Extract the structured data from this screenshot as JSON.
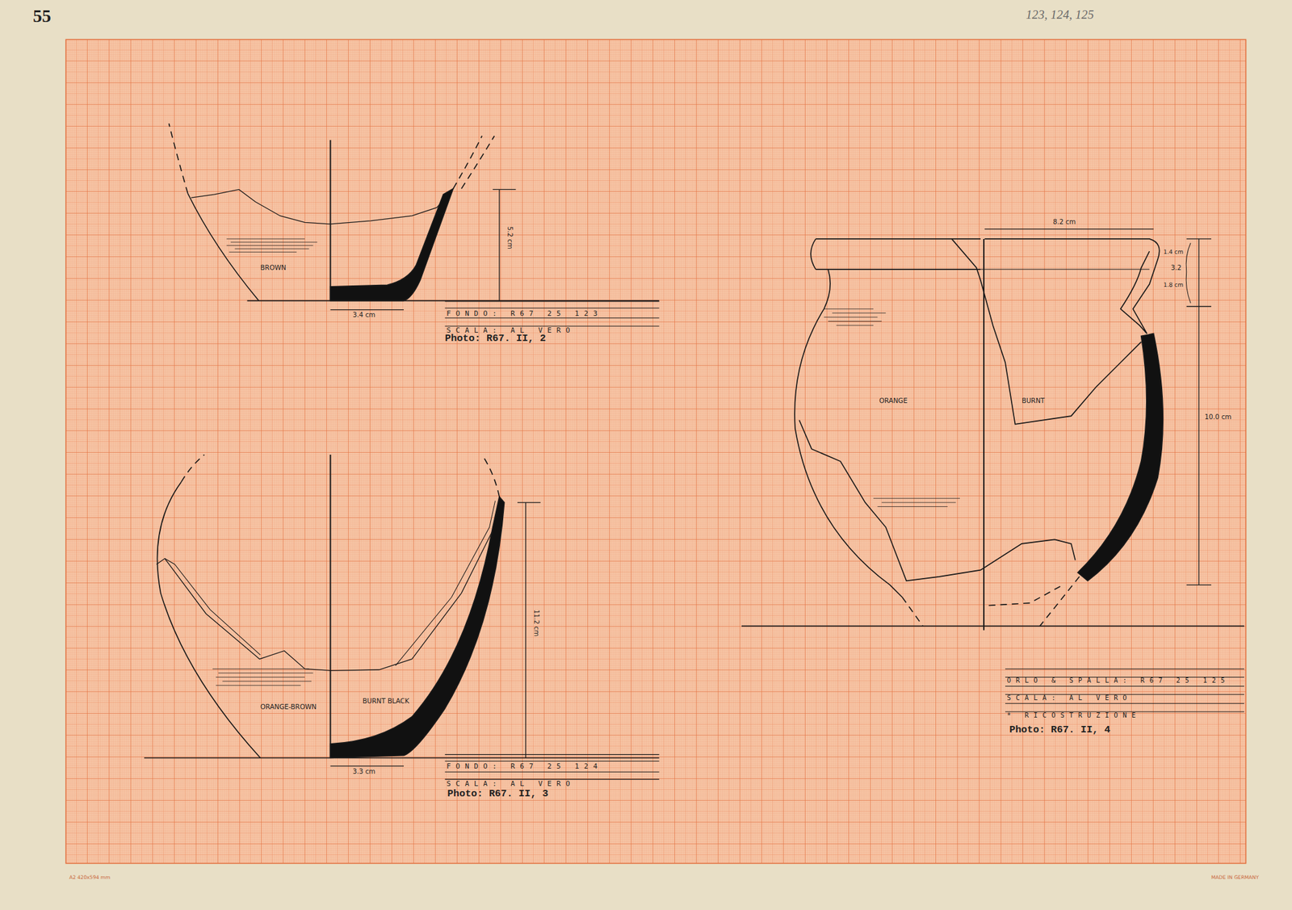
{
  "diagram": {
    "labels": [
      "55",
      "123, 124, 125",
      "BROWN",
      "5.2 cm",
      "3.4 cm",
      "FONDO: R67 25 123",
      "SCALA: AL VERO",
      "Photo: R67. II, 2",
      "ORANGE-BROWN",
      "BURNT BLACK",
      "11.2 cm",
      "3.3 cm",
      "FONDO: R67 25 124",
      "SCALA: AL VERO",
      "Photo: R67. II, 3",
      "8.2 cm",
      "1.4 cm",
      "3.2",
      "1.8 cm",
      "ORANGE",
      "BURNT",
      "10.0 cm",
      "ORLO & SPALLA: R67 25 125",
      "SCALA: AL VERO",
      "* RICOSTRUZIONE",
      "Photo: R67. II, 4",
      "A2 420x594 mm",
      "MADE IN GERMANY"
    ]
  }
}
